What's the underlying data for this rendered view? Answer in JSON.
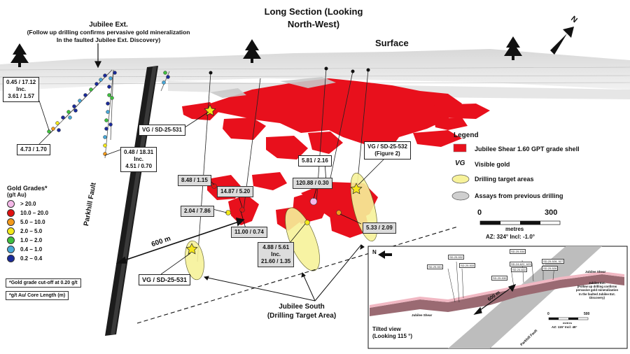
{
  "title": {
    "line1": "Long Section (Looking",
    "line2": "North-West)"
  },
  "surface_label": "Surface",
  "north_label": "N",
  "jubilee_ext": {
    "title": "Jubilee Ext.",
    "line1": "(Follow up drilling confirms pervasive gold mineralization",
    "line2": "In the faulted Jubilee Ext. Discovery)"
  },
  "callouts": {
    "c1": {
      "l1": "0.45 / 17.12",
      "l2": "Inc.",
      "l3": "3.61 / 1.57"
    },
    "c2": "4.73 / 1.70",
    "c3": {
      "l1": "0.48 / 18.31",
      "l2": "Inc.",
      "l3": "4.51 / 0.70"
    },
    "vg1": "VG / SD-25-531",
    "c4": "5.81 / 2.16",
    "vg2": {
      "l1": "VG / SD-25-532",
      "l2": "(Figure 2)"
    },
    "c5": "8.48 / 1.15",
    "c6": "14.87 / 5.20",
    "c7": "120.88 / 0.30",
    "c8": "2.04 / 7.86",
    "c9": "11.00 / 0.74",
    "c10": "5.33 / 2.09",
    "c11": {
      "l1": "4.88 / 5.61",
      "l2": "Inc.",
      "l3": "21.60 / 1.35"
    },
    "vg3": "VG / SD-25-531"
  },
  "fault_label": "Parkhill Fault",
  "distance_label": "600 m",
  "jubilee_south": {
    "l1": "Jubilee South",
    "l2": "(Drilling Target Area)"
  },
  "legend": {
    "title": "Legend",
    "items": [
      {
        "label": "Jubilee Shear 1.60 GPT grade shell",
        "color": "#e8101c"
      },
      {
        "label": "Visible gold",
        "symbol": "VG"
      },
      {
        "label": "Drilling target areas",
        "color": "#f7f29a"
      },
      {
        "label": "Assays from previous drilling",
        "color": "#cfcfcf"
      }
    ]
  },
  "scale": {
    "min": "0",
    "max": "300",
    "unit": "metres",
    "az": "AZ: 324°  Incl: -1.0°"
  },
  "gold_grades": {
    "title": "Gold Grades*",
    "unit": "(g/t Au)",
    "items": [
      {
        "label": "> 20.0",
        "color": "#f4b8e8"
      },
      {
        "label": "10.0 – 20.0",
        "color": "#e01010"
      },
      {
        "label": "5.0 – 10.0",
        "color": "#f39a1b"
      },
      {
        "label": "2.0 – 5.0",
        "color": "#f2e81a"
      },
      {
        "label": "1.0 – 2.0",
        "color": "#3fbf3f"
      },
      {
        "label": "0.4 – 1.0",
        "color": "#48a8d8"
      },
      {
        "label": "0.2 – 0.4",
        "color": "#1a2a9a"
      }
    ],
    "note1": "*Gold grade cut-off at 0.20 g/t",
    "note2": "*g/t Au/ Core Length (m)"
  },
  "inset": {
    "north": "N",
    "tilted": {
      "l1": "Tilted view",
      "l2": "(Looking 115 °)"
    },
    "distance": "600 m",
    "shear_left": "Jubilee Shear",
    "shear_right": "Jubilee Shear",
    "fault": "Parkhill Fault",
    "ext_title": "Jubilee Ext.",
    "ext_l1": "(Follow up drilling confirms",
    "ext_l2": "pervasive gold mineralization",
    "ext_l3": "In the faulted Jubilee Ext.",
    "ext_l4": "Discovery)",
    "scale_min": "0",
    "scale_max": "500",
    "scale_unit": "metres",
    "az": "AZ: 115°  Incl: 48°",
    "labels": [
      "SD-25-531",
      "SD-25-532",
      "SD-25-533",
      "SD-25-534",
      "SD-24-622, 623",
      "SD-24-622",
      "SD-25-528, 527",
      "SD-25-526",
      "SD-25-530"
    ]
  }
}
